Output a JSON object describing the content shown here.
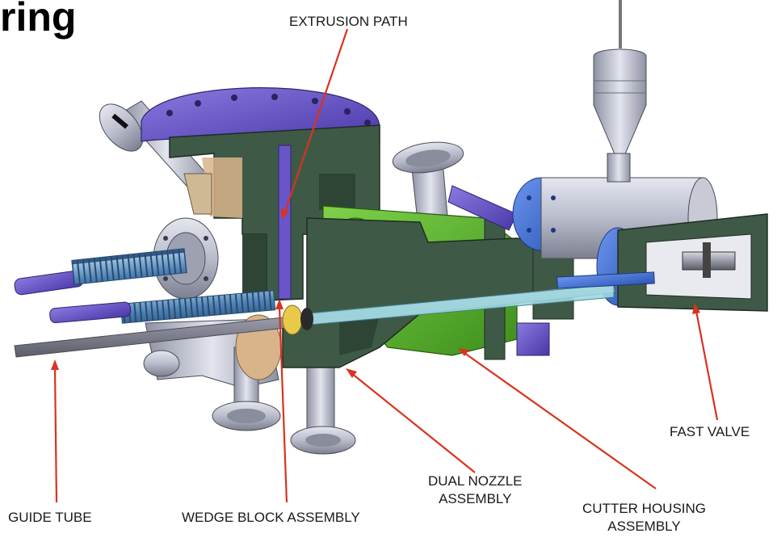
{
  "title_fragment": "ring",
  "labels": {
    "extrusion_path": "EXTRUSION PATH",
    "fast_valve": "FAST VALVE",
    "dual_nozzle_line1": "DUAL NOZZLE",
    "dual_nozzle_line2": "ASSEMBLY",
    "cutter_housing_line1": "CUTTER HOUSING",
    "cutter_housing_line2": "ASSEMBLY",
    "guide_tube": "GUIDE TUBE",
    "wedge_block": "WEDGE BLOCK ASSEMBLY"
  },
  "colors": {
    "leader": "#d9331f",
    "steel": "#b9bccb",
    "steel_dark": "#7c7f8f",
    "section_green": "#3e5a47",
    "section_green_dark": "#2e4536",
    "bright_green": "#55b42c",
    "violet": "#6a55c8",
    "blue": "#3f6fd8",
    "bellows_blue": "#5d8fc0",
    "tan": "#d9b48a"
  }
}
